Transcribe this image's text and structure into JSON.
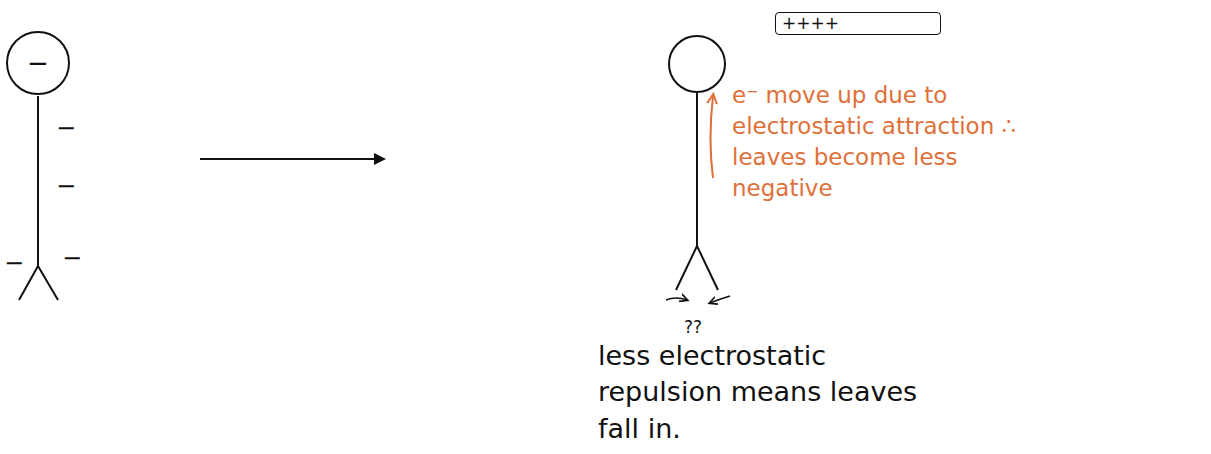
{
  "diagram": {
    "nodes": [
      {
        "text": [
          "−"
        ]
      },
      {
        "text": [
          "++++"
        ]
      }
    ],
    "labels": [
      "−",
      "−",
      "−",
      "−",
      "e⁻ move up due to electrostatic attraction ∴ leaves become less negative",
      "??",
      "less electrostatic repulsion means leaves fall in."
    ]
  }
}
